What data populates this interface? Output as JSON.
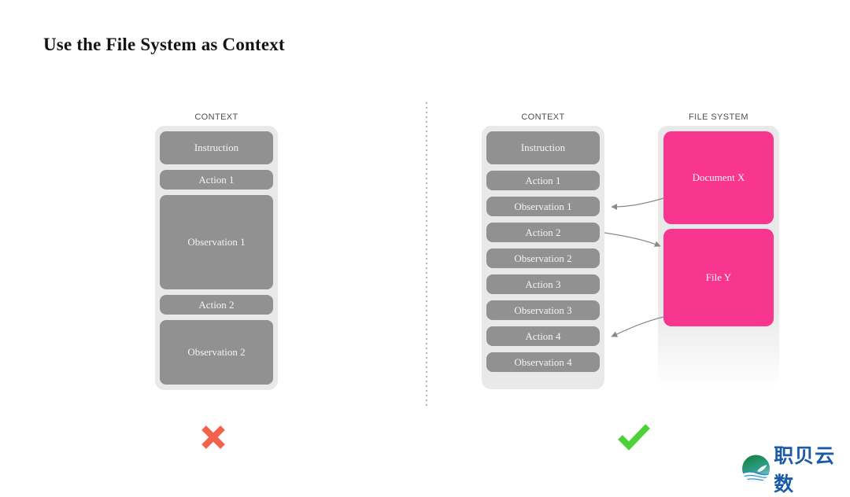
{
  "title": "Use the File System as Context",
  "left_diagram": {
    "label": "CONTEXT",
    "boxes": [
      {
        "label": "Instruction"
      },
      {
        "label": "Action 1"
      },
      {
        "label": "Observation 1"
      },
      {
        "label": "Action 2"
      },
      {
        "label": "Observation 2"
      }
    ],
    "verdict": "cross"
  },
  "right_diagram": {
    "context_label": "CONTEXT",
    "context_boxes": [
      {
        "label": "Instruction"
      },
      {
        "label": "Action 1"
      },
      {
        "label": "Observation 1"
      },
      {
        "label": "Action 2"
      },
      {
        "label": "Observation 2"
      },
      {
        "label": "Action 3"
      },
      {
        "label": "Observation 3"
      },
      {
        "label": "Action 4"
      },
      {
        "label": "Observation 4"
      }
    ],
    "file_system_label": "FILE SYSTEM",
    "file_system_boxes": [
      {
        "label": "Document X"
      },
      {
        "label": "File Y"
      }
    ],
    "arrows": [
      {
        "from": "Document X",
        "to": "Observation 1"
      },
      {
        "from": "Action 2",
        "to": "File Y"
      },
      {
        "from": "File Y",
        "to": "Action 4"
      }
    ],
    "verdict": "check"
  },
  "colors": {
    "box_gray": "#919191",
    "container_gray": "#E9E9E9",
    "pink": "#F8358F",
    "cross_red": "#F4614D",
    "check_green": "#4CD137",
    "arrow_gray": "#8A8A8A"
  },
  "logo": {
    "text": "职贝云数"
  }
}
